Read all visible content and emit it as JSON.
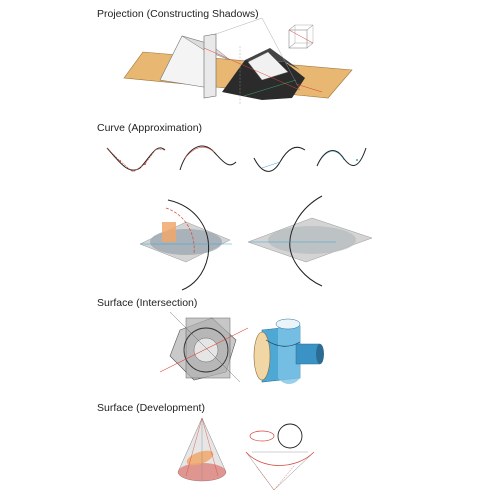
{
  "sections": {
    "projection": "Projection (Constructing Shadows)",
    "curve": "Curve (Approximation)",
    "intersection": "Surface (Intersection)",
    "development": "Surface (Development)"
  },
  "colors": {
    "paper": "#e8b872",
    "shadow": "#2b2b2b",
    "red": "#d7463c",
    "blue": "#3aa4d8",
    "gray": "#c9c9c9",
    "orange": "#f0a76a"
  }
}
